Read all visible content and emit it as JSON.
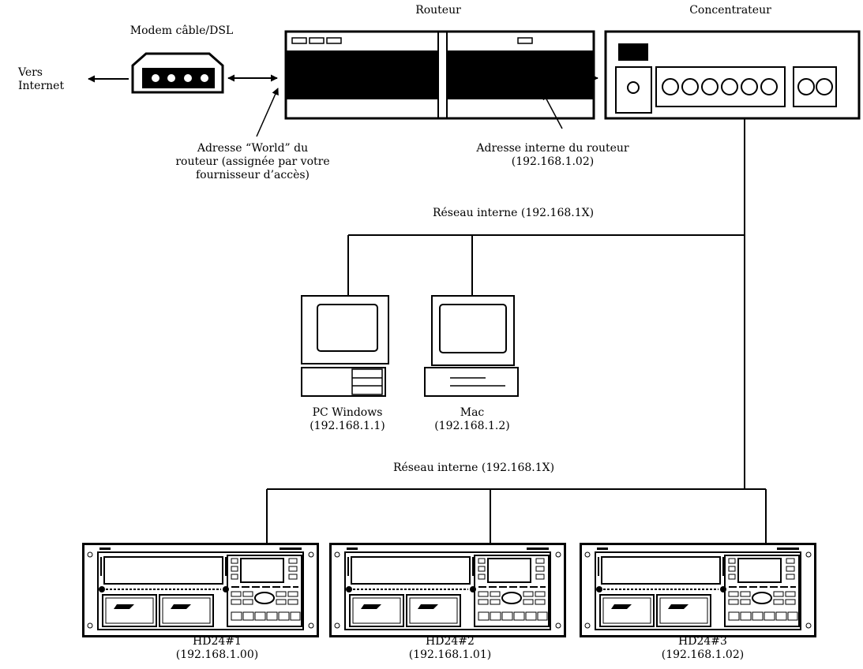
{
  "labels": {
    "internet": [
      "Vers",
      "Internet"
    ],
    "modem": "Modem câble/DSL",
    "router": "Routeur",
    "hub": "Concentrateur",
    "world_address": [
      "Adresse “World” du",
      "routeur (assignée par votre",
      "fournisseur d’accès)"
    ],
    "internal_address": [
      "Adresse interne du routeur",
      "(192.168.1.02)"
    ],
    "network_top": "Réseau interne (192.168.1X)",
    "network_bottom": "Réseau interne (192.168.1X)"
  },
  "computers": [
    {
      "name": "PC  Windows",
      "ip": "(192.168.1.1)",
      "icon": "pc-tower-icon"
    },
    {
      "name": "Mac",
      "ip": "(192.168.1.2)",
      "icon": "mac-desktop-icon"
    }
  ],
  "recorders": [
    {
      "name": "HD24#1",
      "ip": "(192.168.1.00)",
      "icon": "hd24-recorder-icon"
    },
    {
      "name": "HD24#2",
      "ip": "(192.168.1.01)",
      "icon": "hd24-recorder-icon"
    },
    {
      "name": "HD24#3",
      "ip": "(192.168.1.02)",
      "icon": "hd24-recorder-icon"
    }
  ]
}
